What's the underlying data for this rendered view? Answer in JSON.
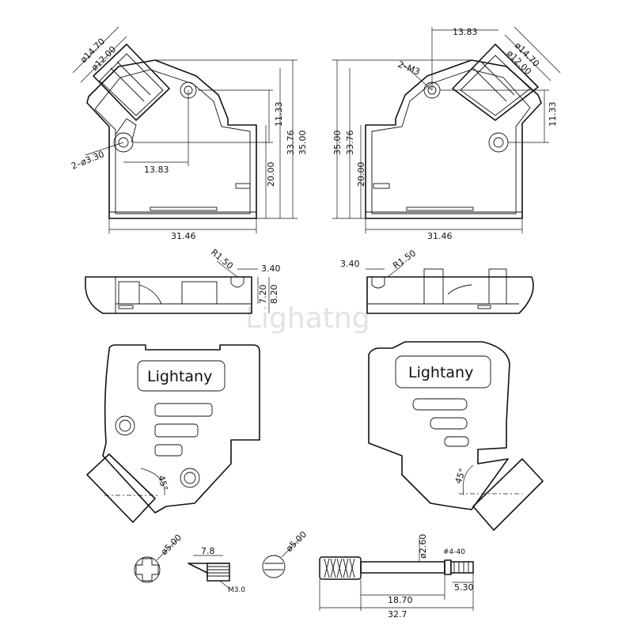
{
  "watermark": "Lighatng",
  "brand": {
    "left_logo": "Lightany",
    "right_logo": "Lightany"
  },
  "left_side_view": {
    "outer_dia": "ø14.70",
    "inner_dia": "ø12.00",
    "screw_holes": "2–ø3.30",
    "hole_spacing": "13.83",
    "width": "31.46",
    "height_total": "35.00",
    "height_mid": "33.76",
    "height_hole": "11.33",
    "height_inner": "20.00"
  },
  "right_side_view": {
    "top_width": "13.83",
    "outer_dia": "ø14.70",
    "inner_dia": "ø12.00",
    "thread": "2–M3",
    "height_hole": "11.33",
    "height_total": "35.00",
    "height_mid": "33.76",
    "height_inner": "20.00",
    "width": "31.46"
  },
  "left_top_view": {
    "radius": "R1.50",
    "slot": "3.40",
    "depth_a": "7.20",
    "depth_b": "8.20"
  },
  "right_top_view": {
    "slot": "3.40",
    "radius": "R1.50"
  },
  "front_views": {
    "left_angle": "45°",
    "right_angle": "45°"
  },
  "hardware": {
    "cross_screw_dia": "ø5.00",
    "screw_head": "7.8",
    "screw_thread": "M3.0",
    "slot_screw_dia": "ø5.00",
    "jack_dia": "ø2.60",
    "jack_thread": "#4-40",
    "jack_shaft": "18.70",
    "jack_tip": "5.30",
    "jack_total": "32.7"
  }
}
